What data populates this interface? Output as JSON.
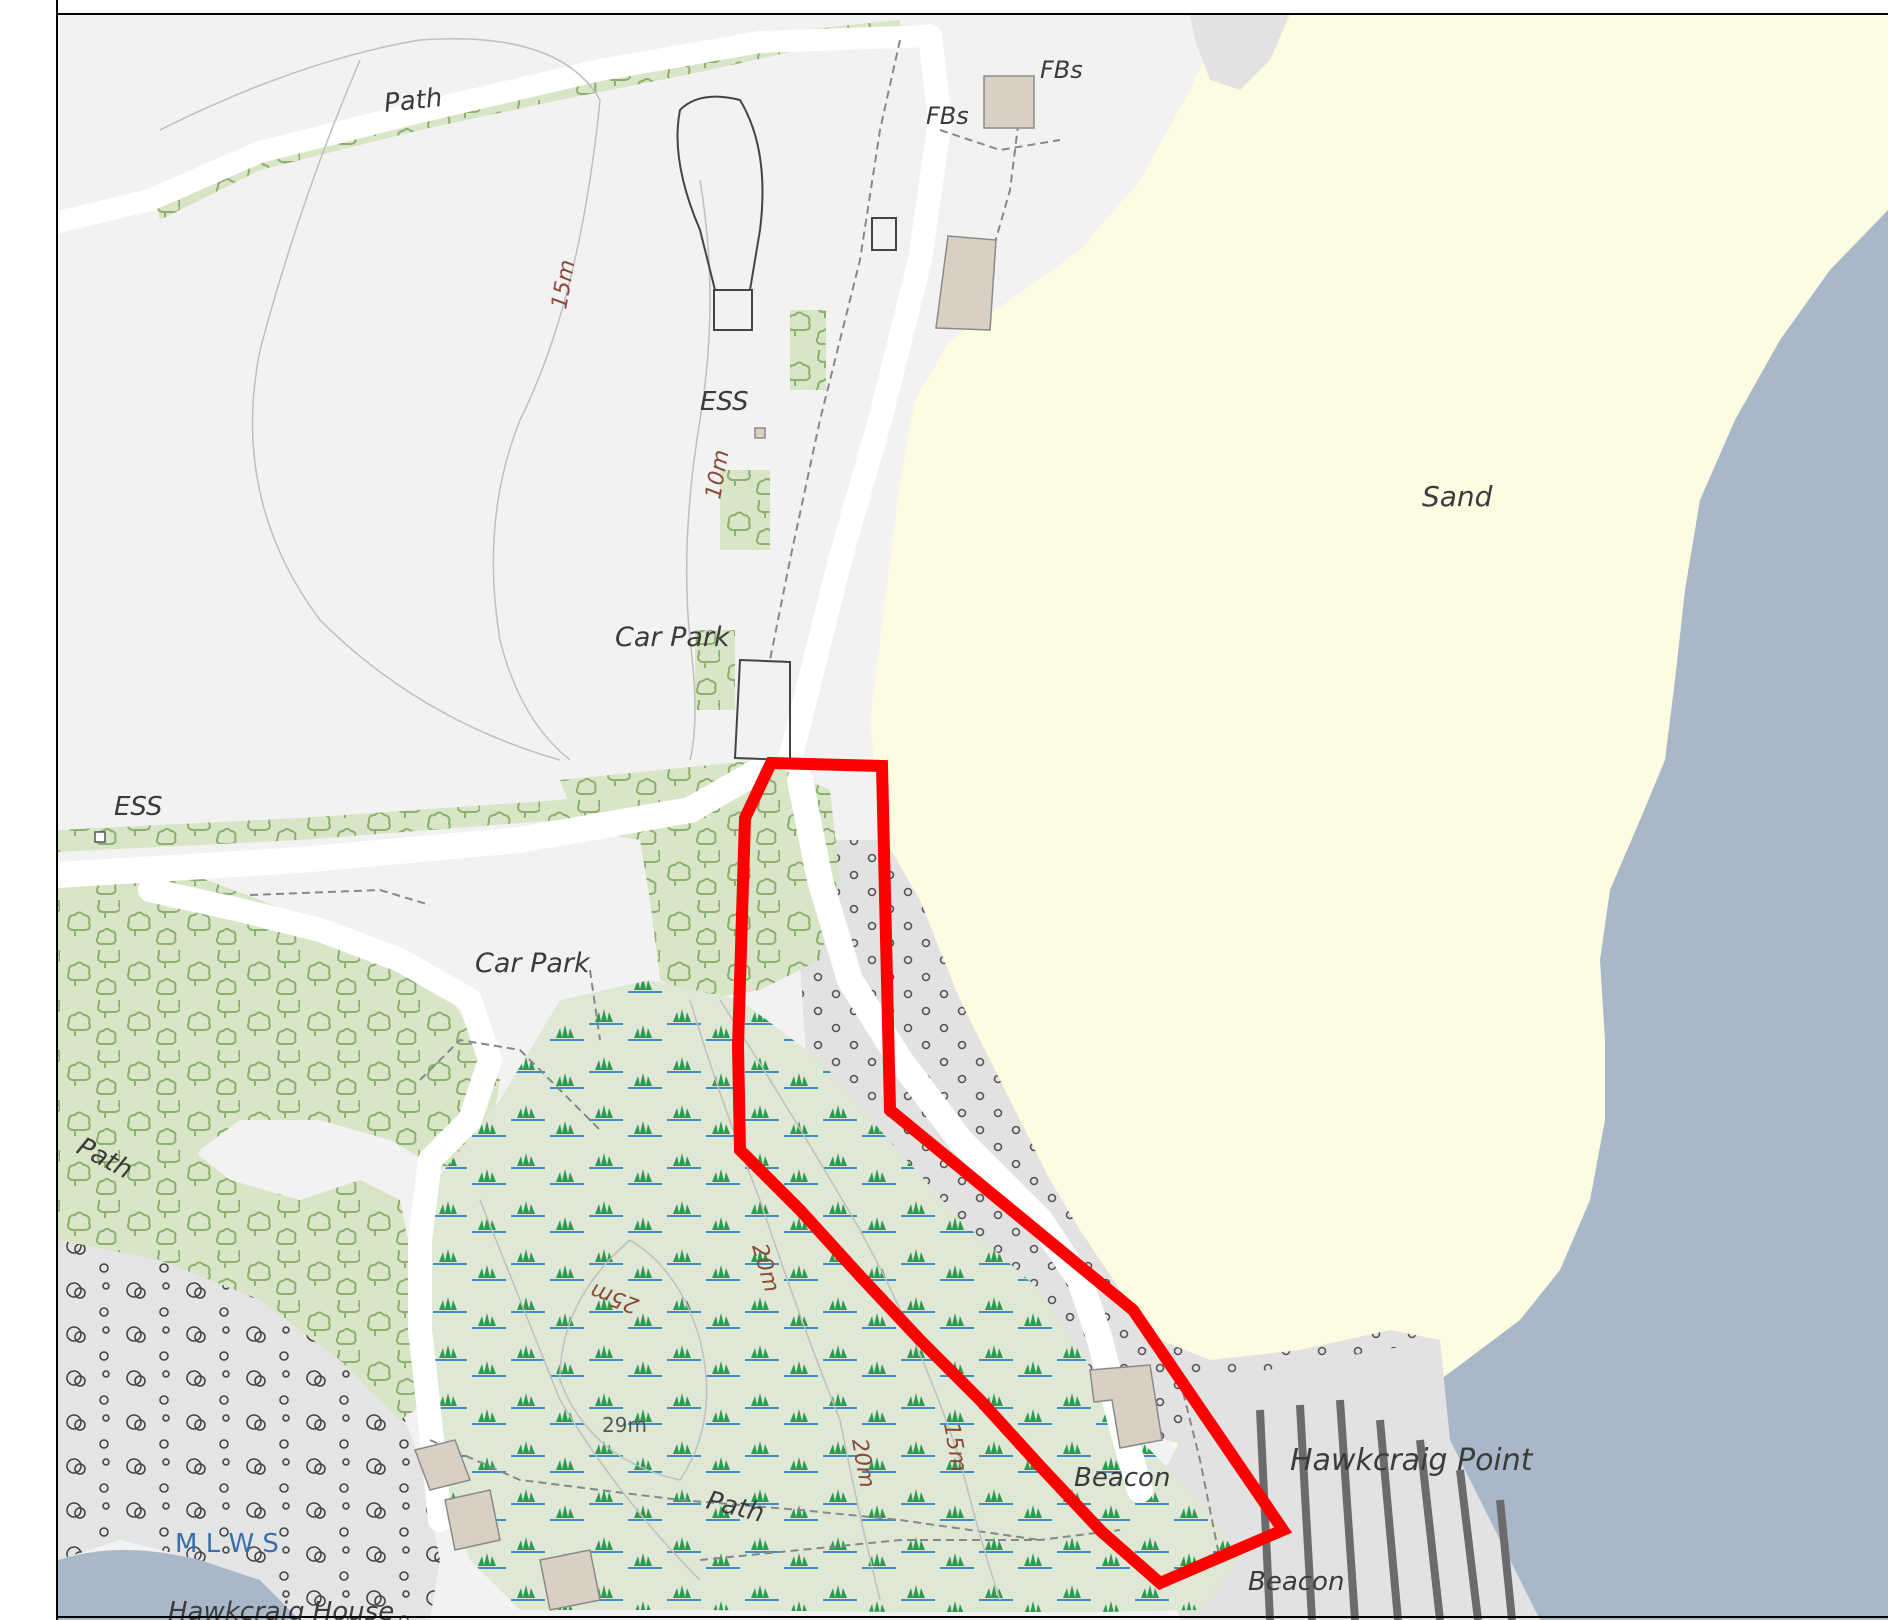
{
  "map": {
    "labels": {
      "path_top": "Path",
      "fbs_1": "FBs",
      "fbs_2": "FBs",
      "ess_1": "ESS",
      "ess_2": "ESS",
      "car_park_1": "Car Park",
      "car_park_2": "Car Park",
      "sand": "Sand",
      "path_left": "Path",
      "path_bottom": "Path",
      "beacon_1": "Beacon",
      "beacon_2": "Beacon",
      "hawkcraig_point": "Hawkcraig Point",
      "mlws": "M L W S",
      "hawkcraig_house": "Hawkcraig House",
      "h29m": "29m"
    },
    "contours": {
      "c15m_top": "15m",
      "c10m": "10m",
      "c20m_a": "20m",
      "c25m": "25m",
      "c20m_b": "20m",
      "c15m_b": "15m"
    },
    "colors": {
      "land": "#f2f2f2",
      "sand": "#fdfbe2",
      "water": "#a8b8c8",
      "woodland": "#d8e5c6",
      "tree_outline": "#8bb070",
      "building": "#d9cfc2",
      "road": "#ffffff",
      "boundary": "#ff0000",
      "rock_bg": "#e2e2e2"
    }
  }
}
